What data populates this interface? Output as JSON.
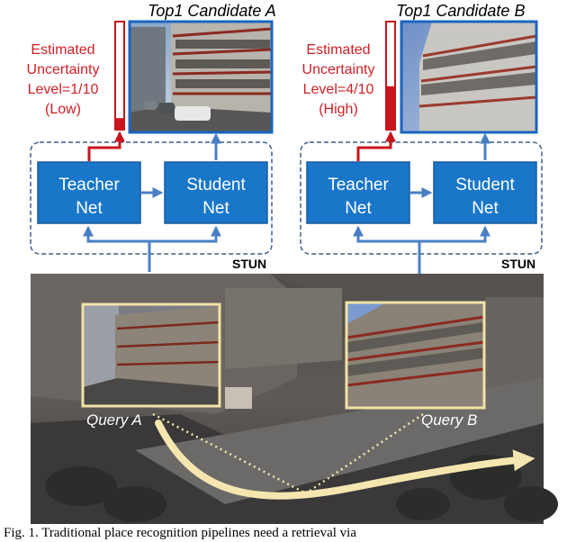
{
  "figure": {
    "candidate_a_title": "Top1 Candidate A",
    "candidate_b_title": "Top1 Candidate B",
    "uncertainty_a": [
      "Estimated",
      "Uncertainty",
      "Level=1/10",
      "(Low)"
    ],
    "uncertainty_b": [
      "Estimated",
      "Uncertainty",
      "Level=4/10",
      "(High)"
    ],
    "uncertainty_a_level": 0.1,
    "uncertainty_b_level": 0.4,
    "teacher_label": [
      "Teacher",
      "Net"
    ],
    "student_label": [
      "Student",
      "Net"
    ],
    "stun_label": "STUN",
    "query_a": "Query A",
    "query_b": "Query B",
    "caption_text": "Fig. 1.   Traditional place recognition pipelines need a retrieval via"
  },
  "colors": {
    "box_fill": "#1976c9",
    "box_stroke": "#1a5aa0",
    "arrow_blue": "#4a7fc4",
    "uncertainty_red": "#c8141c",
    "query_frame": "#f1e2a6",
    "trajectory": "#f5e6b0",
    "dashed_border": "#3c5e8c"
  }
}
